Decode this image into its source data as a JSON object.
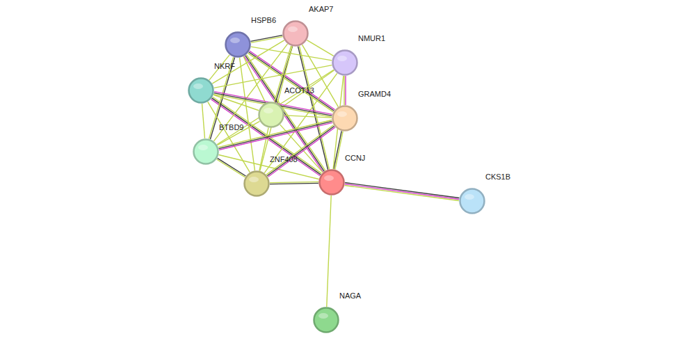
{
  "diagram": {
    "nodes": [
      {
        "text": [
          "HSPB6"
        ]
      },
      {
        "text": [
          "AKAP7"
        ]
      },
      {
        "text": [
          "NMUR1"
        ]
      },
      {
        "text": [
          "NKRF"
        ]
      },
      {
        "text": [
          "ACOT13"
        ]
      },
      {
        "text": [
          "GRAMD4"
        ]
      },
      {
        "text": [
          "BTBD9"
        ]
      },
      {
        "text": [
          "ZNF408"
        ]
      },
      {
        "text": [
          "CCNJ"
        ]
      },
      {
        "text": [
          "CKS1B"
        ]
      },
      {
        "text": [
          "NAGA"
        ]
      }
    ],
    "edges": [
      {
        "from": 8,
        "to": 9,
        "arrow": "none"
      },
      {
        "from": 8,
        "to": 10,
        "arrow": "none"
      },
      {
        "from": 8,
        "to": 7,
        "arrow": "none"
      },
      {
        "from": 8,
        "to": 5,
        "arrow": "none"
      },
      {
        "from": 8,
        "to": 1,
        "arrow": "none"
      },
      {
        "from": 8,
        "to": 0,
        "arrow": "none"
      },
      {
        "from": 8,
        "to": 3,
        "arrow": "none"
      },
      {
        "from": 8,
        "to": 6,
        "arrow": "none"
      },
      {
        "from": 8,
        "to": 4,
        "arrow": "none"
      },
      {
        "from": 8,
        "to": 2,
        "arrow": "none"
      },
      {
        "from": 0,
        "to": 1,
        "arrow": "none"
      },
      {
        "from": 0,
        "to": 2,
        "arrow": "none"
      },
      {
        "from": 0,
        "to": 3,
        "arrow": "none"
      },
      {
        "from": 0,
        "to": 4,
        "arrow": "none"
      },
      {
        "from": 0,
        "to": 5,
        "arrow": "none"
      },
      {
        "from": 0,
        "to": 6,
        "arrow": "none"
      },
      {
        "from": 0,
        "to": 7,
        "arrow": "none"
      },
      {
        "from": 1,
        "to": 2,
        "arrow": "none"
      },
      {
        "from": 1,
        "to": 3,
        "arrow": "none"
      },
      {
        "from": 1,
        "to": 4,
        "arrow": "none"
      },
      {
        "from": 1,
        "to": 5,
        "arrow": "none"
      },
      {
        "from": 1,
        "to": 6,
        "arrow": "none"
      },
      {
        "from": 1,
        "to": 7,
        "arrow": "none"
      },
      {
        "from": 2,
        "to": 3,
        "arrow": "none"
      },
      {
        "from": 2,
        "to": 4,
        "arrow": "none"
      },
      {
        "from": 2,
        "to": 5,
        "arrow": "none"
      },
      {
        "from": 2,
        "to": 6,
        "arrow": "none"
      },
      {
        "from": 2,
        "to": 7,
        "arrow": "none"
      },
      {
        "from": 3,
        "to": 4,
        "arrow": "none"
      },
      {
        "from": 3,
        "to": 5,
        "arrow": "none"
      },
      {
        "from": 3,
        "to": 6,
        "arrow": "none"
      },
      {
        "from": 3,
        "to": 7,
        "arrow": "none"
      },
      {
        "from": 4,
        "to": 5,
        "arrow": "none"
      },
      {
        "from": 4,
        "to": 6,
        "arrow": "none"
      },
      {
        "from": 4,
        "to": 7,
        "arrow": "none"
      },
      {
        "from": 5,
        "to": 6,
        "arrow": "none"
      },
      {
        "from": 5,
        "to": 7,
        "arrow": "none"
      },
      {
        "from": 6,
        "to": 7,
        "arrow": "none"
      }
    ]
  }
}
